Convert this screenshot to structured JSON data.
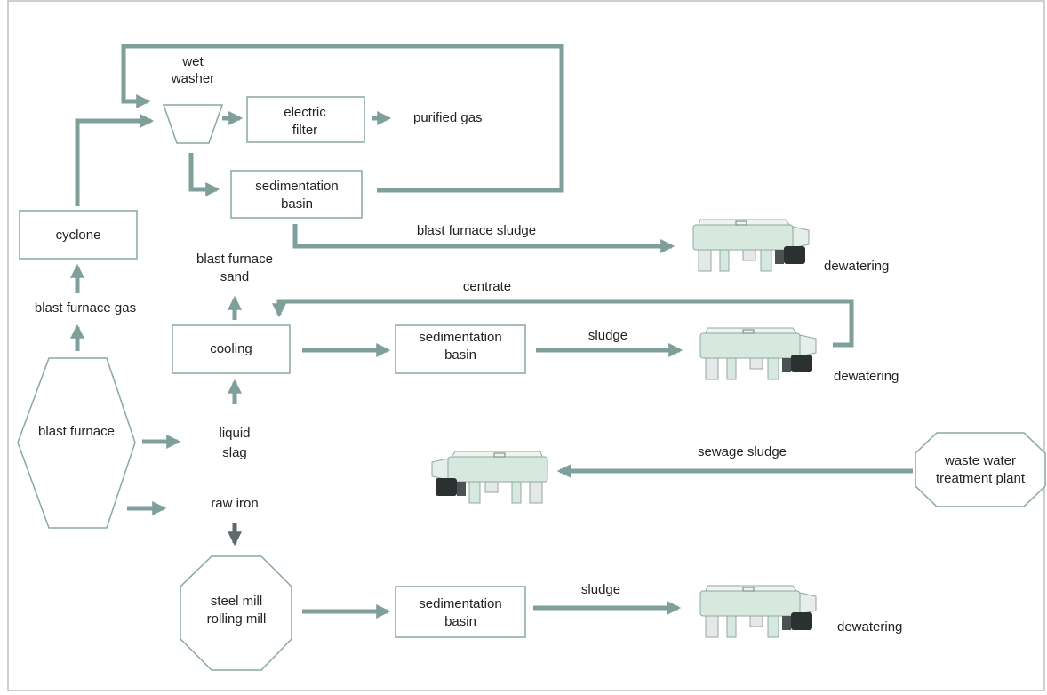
{
  "colors": {
    "arrow": "#7f9f9b",
    "arrow_dark": "#5f6b6b",
    "box_stroke": "#8aa7a2",
    "text": "#222222",
    "machine_body": "#d7e9df",
    "machine_dark": "#2b3030",
    "frame": "#b9c3c1"
  },
  "nodes": {
    "wet_washer": [
      "wet",
      "washer"
    ],
    "electric_filter": [
      "electric",
      "filter"
    ],
    "purified_gas": "purified gas",
    "sedimentation_basin_top": [
      "sedimentation",
      "basin"
    ],
    "cyclone": "cyclone",
    "blast_furnace_sand": [
      "blast furnace",
      "sand"
    ],
    "blast_furnace_gas": "blast furnace gas",
    "cooling": "cooling",
    "sedimentation_basin_mid": [
      "sedimentation",
      "basin"
    ],
    "blast_furnace": "blast furnace",
    "liquid_slag": [
      "liquid",
      "slag"
    ],
    "raw_iron": "raw iron",
    "steel_mill": [
      "steel mill",
      "rolling mill"
    ],
    "sedimentation_basin_bottom": [
      "sedimentation",
      "basin"
    ],
    "waste_water_plant": [
      "waste water",
      "treatment plant"
    ]
  },
  "flow_labels": {
    "blast_furnace_sludge": "blast furnace sludge",
    "centrate": "centrate",
    "sludge_mid": "sludge",
    "sewage_sludge": "sewage sludge",
    "sludge_bottom": "sludge"
  },
  "dewatering_labels": {
    "top": "dewatering",
    "mid": "dewatering",
    "bottom": "dewatering"
  },
  "machines": [
    {
      "name": "decanter-centrifuge-top",
      "orientation": "right"
    },
    {
      "name": "decanter-centrifuge-mid",
      "orientation": "right"
    },
    {
      "name": "decanter-centrifuge-sewage",
      "orientation": "left"
    },
    {
      "name": "decanter-centrifuge-bottom",
      "orientation": "right"
    }
  ]
}
